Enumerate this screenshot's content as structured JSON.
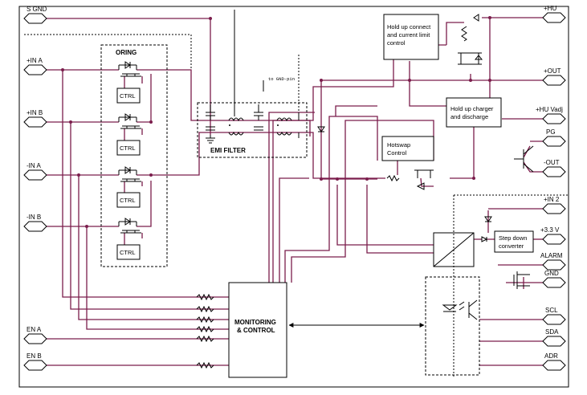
{
  "ports_left": [
    "S GND",
    "+IN A",
    "+IN B",
    "-IN A",
    "-IN B",
    "EN A",
    "EN B"
  ],
  "ports_right": [
    "+HU",
    "+OUT",
    "+HU Vadj",
    "PG",
    "-OUT",
    "+IN 2",
    "+3.3 V",
    "ALARM",
    "GND",
    "SCL",
    "SDA",
    "ADR"
  ],
  "blocks": {
    "oring": "ORING",
    "ctrl": "CTRL",
    "emi_filter": "EMI FILTER",
    "to_gnd_pin": "to GND-pin",
    "hold_up_connect": [
      "Hold up connect",
      "and current limit",
      "control"
    ],
    "hold_up_charger": [
      "Hold up charger",
      "and discharge"
    ],
    "hotswap": [
      "Hotswap",
      "Control"
    ],
    "step_down": [
      "Step down",
      "converter"
    ],
    "monitoring": [
      "MONITORING",
      "& CONTROL"
    ]
  }
}
